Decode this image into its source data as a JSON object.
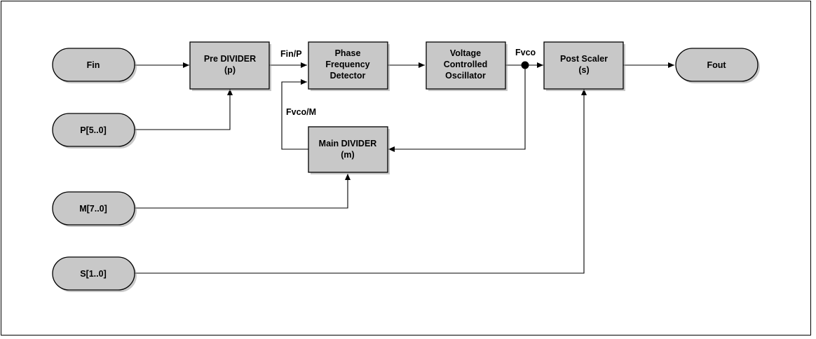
{
  "inputs": {
    "fin": "Fin",
    "p": "P[5..0]",
    "m": "M[7..0]",
    "s": "S[1..0]"
  },
  "output": {
    "fout": "Fout"
  },
  "blocks": {
    "pre_divider": {
      "line1": "Pre DIVIDER",
      "line2": "(p)"
    },
    "pfd": {
      "line1": "Phase",
      "line2": "Frequency",
      "line3": "Detector"
    },
    "vco": {
      "line1": "Voltage",
      "line2": "Controlled",
      "line3": "Oscillator"
    },
    "post_scaler": {
      "line1": "Post Scaler",
      "line2": "(s)"
    },
    "main_divider": {
      "line1": "Main DIVIDER",
      "line2": "(m)"
    }
  },
  "signals": {
    "fin_p": "Fin/P",
    "fvco": "Fvco",
    "fvco_m": "Fvco/M"
  }
}
